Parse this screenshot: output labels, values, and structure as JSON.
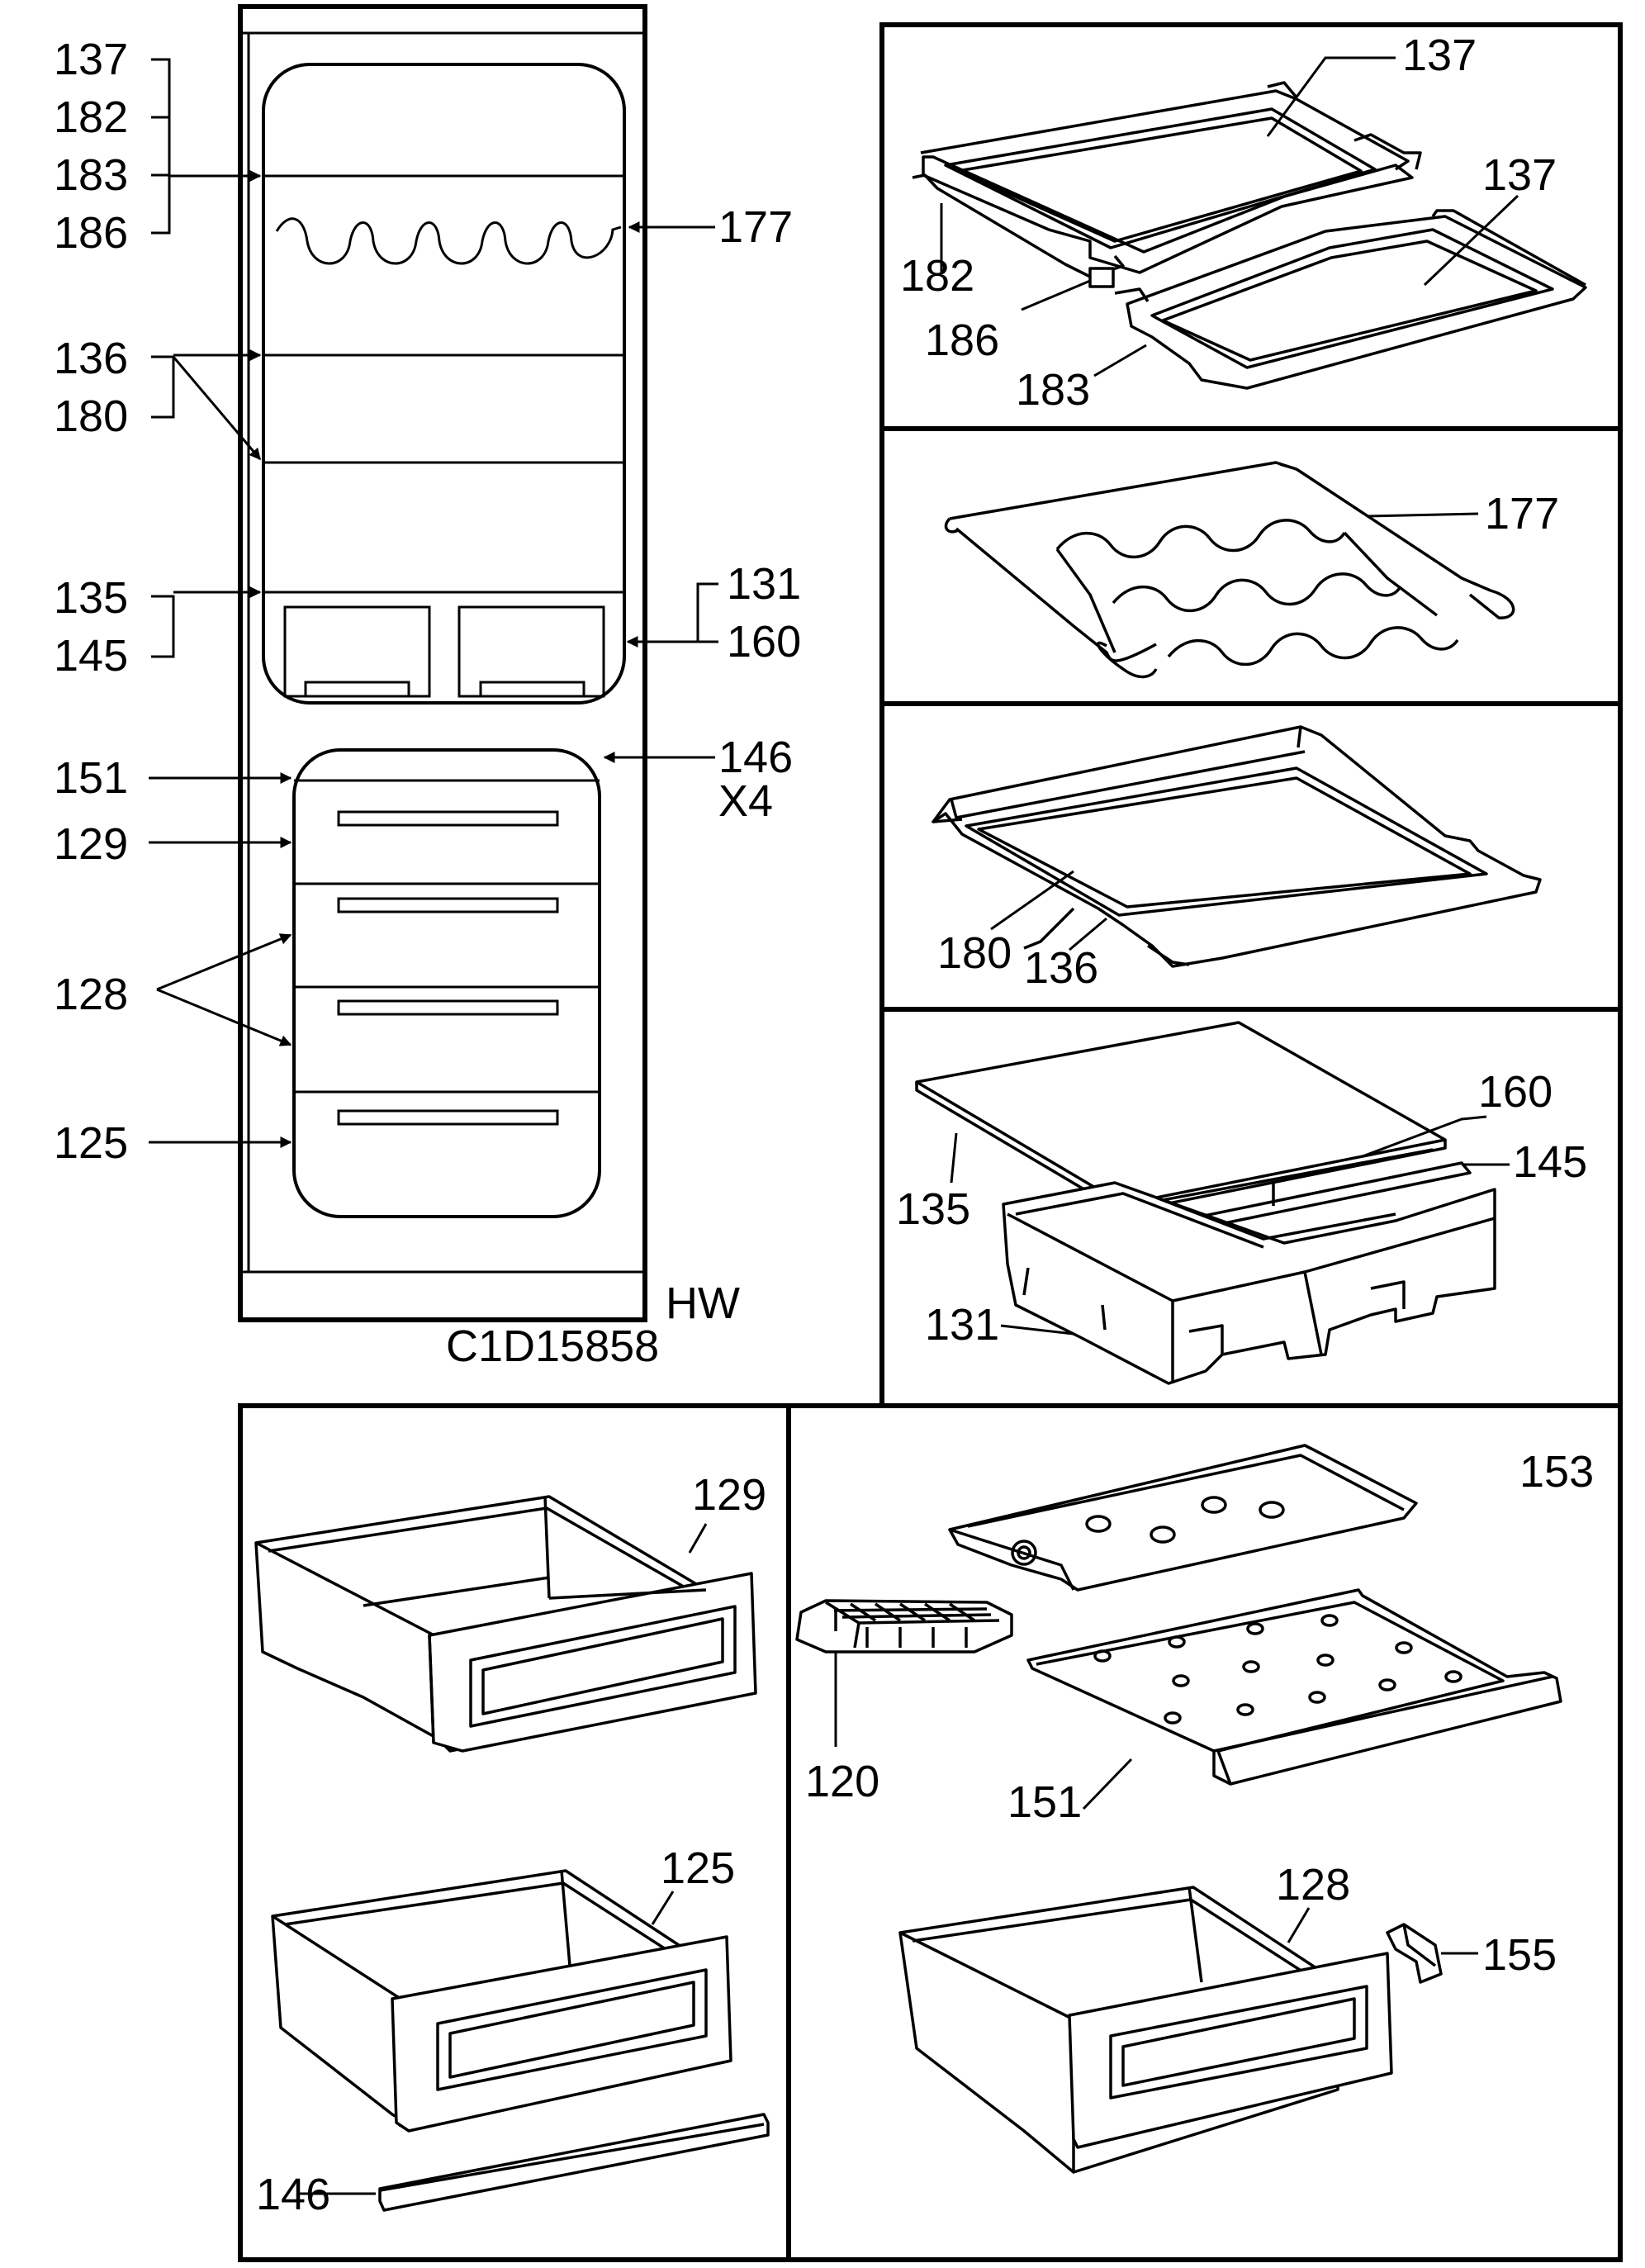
{
  "diagram": {
    "drawing_code": "C1D15858",
    "model_code": "HW",
    "quantity_note": "X4",
    "panel_label": "153",
    "cabinet_callouts": {
      "a137": "137",
      "a182": "182",
      "a183": "183",
      "a186": "186",
      "a177": "177",
      "a136": "136",
      "a180": "180",
      "a135": "135",
      "a145": "145",
      "a131": "131",
      "a160": "160",
      "a151": "151",
      "a146": "146",
      "a129": "129",
      "a128": "128",
      "a125": "125"
    },
    "shelf_panel": {
      "p137a": "137",
      "p137b": "137",
      "p182": "182",
      "p186": "186",
      "p183": "183"
    },
    "rack_panel": {
      "p177": "177"
    },
    "glass_panel": {
      "p180": "180",
      "p136": "136"
    },
    "crisper_panel": {
      "p160": "160",
      "p145": "145",
      "p135": "135",
      "p131": "131"
    },
    "drawer_panel": {
      "p129": "129",
      "p125": "125",
      "p146": "146"
    },
    "freezer_panel": {
      "p120": "120",
      "p151": "151",
      "p128": "128",
      "p155": "155"
    }
  },
  "colors": {
    "line": "#000000",
    "background": "#ffffff"
  }
}
